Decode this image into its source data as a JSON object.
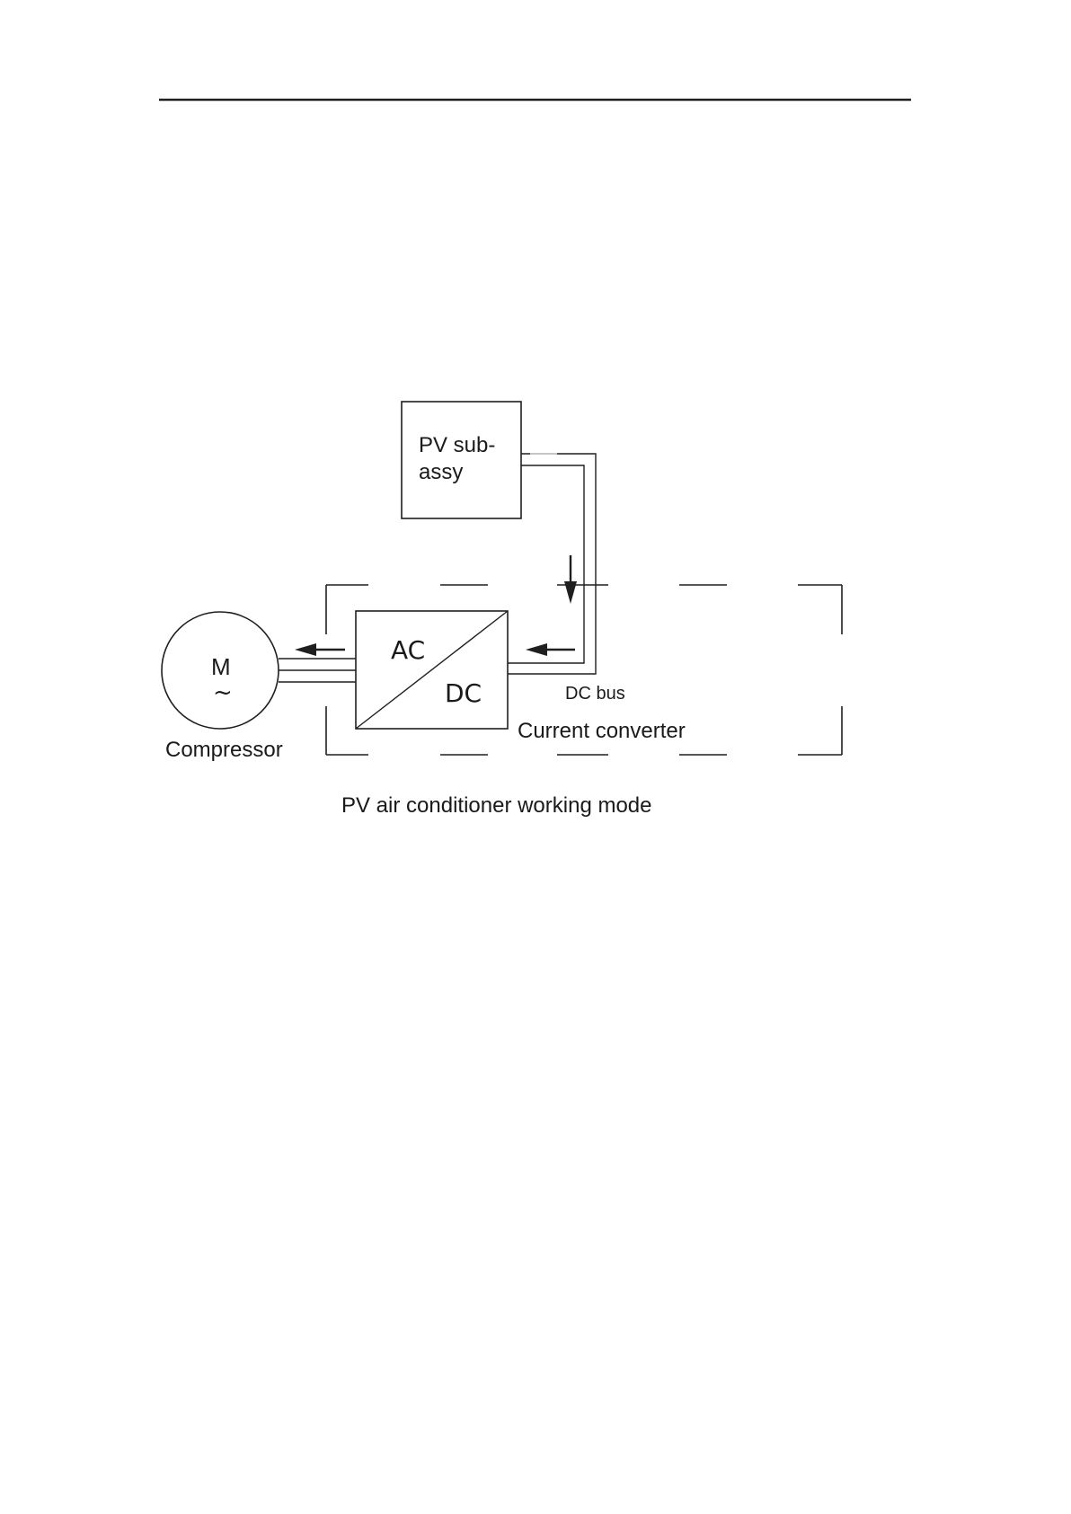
{
  "diagram": {
    "pv_block": {
      "line1": "PV sub-",
      "line2": "assy"
    },
    "motor": {
      "symbol": "M",
      "tilde": "~",
      "label": "Compressor"
    },
    "converter": {
      "ac": "AC",
      "dc": "DC",
      "label": "Current converter"
    },
    "bus_label": "DC bus",
    "caption": "PV air conditioner working mode"
  },
  "colors": {
    "line": "#1f1f1f",
    "background": "#ffffff"
  }
}
